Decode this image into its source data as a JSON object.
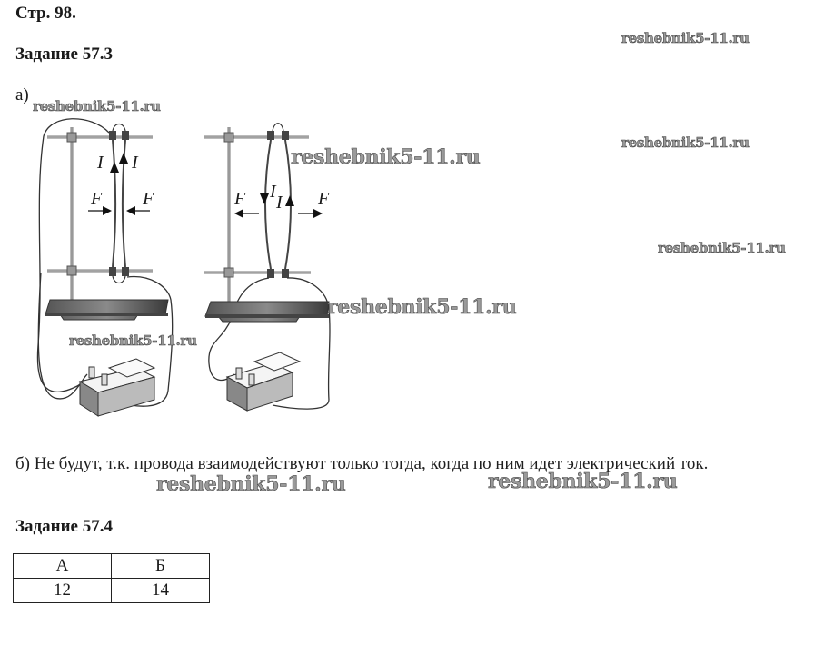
{
  "page": {
    "title": "Стр. 98."
  },
  "task_57_3": {
    "title": "Задание 57.3",
    "part_a_label": "а)",
    "figure": {
      "left_setup": {
        "current_label_1": "I",
        "current_label_2": "I",
        "force_label_1": "F",
        "force_label_2": "F",
        "interaction": "attraction",
        "current_directions": [
          "up",
          "up"
        ]
      },
      "right_setup": {
        "current_label_1": "I",
        "current_label_2": "I",
        "force_label_1": "F",
        "force_label_2": "F",
        "interaction": "repulsion",
        "current_directions": [
          "down",
          "up"
        ]
      }
    },
    "part_b_text": "б) Не будут, т.к. провода взаимодействуют только тогда, когда по ним идет электрический ток."
  },
  "task_57_4": {
    "title": "Задание 57.4",
    "table": {
      "headers": [
        "А",
        "Б"
      ],
      "rows": [
        [
          "12",
          "14"
        ]
      ]
    }
  },
  "watermarks": {
    "text": "reshebnik5-11.ru"
  }
}
